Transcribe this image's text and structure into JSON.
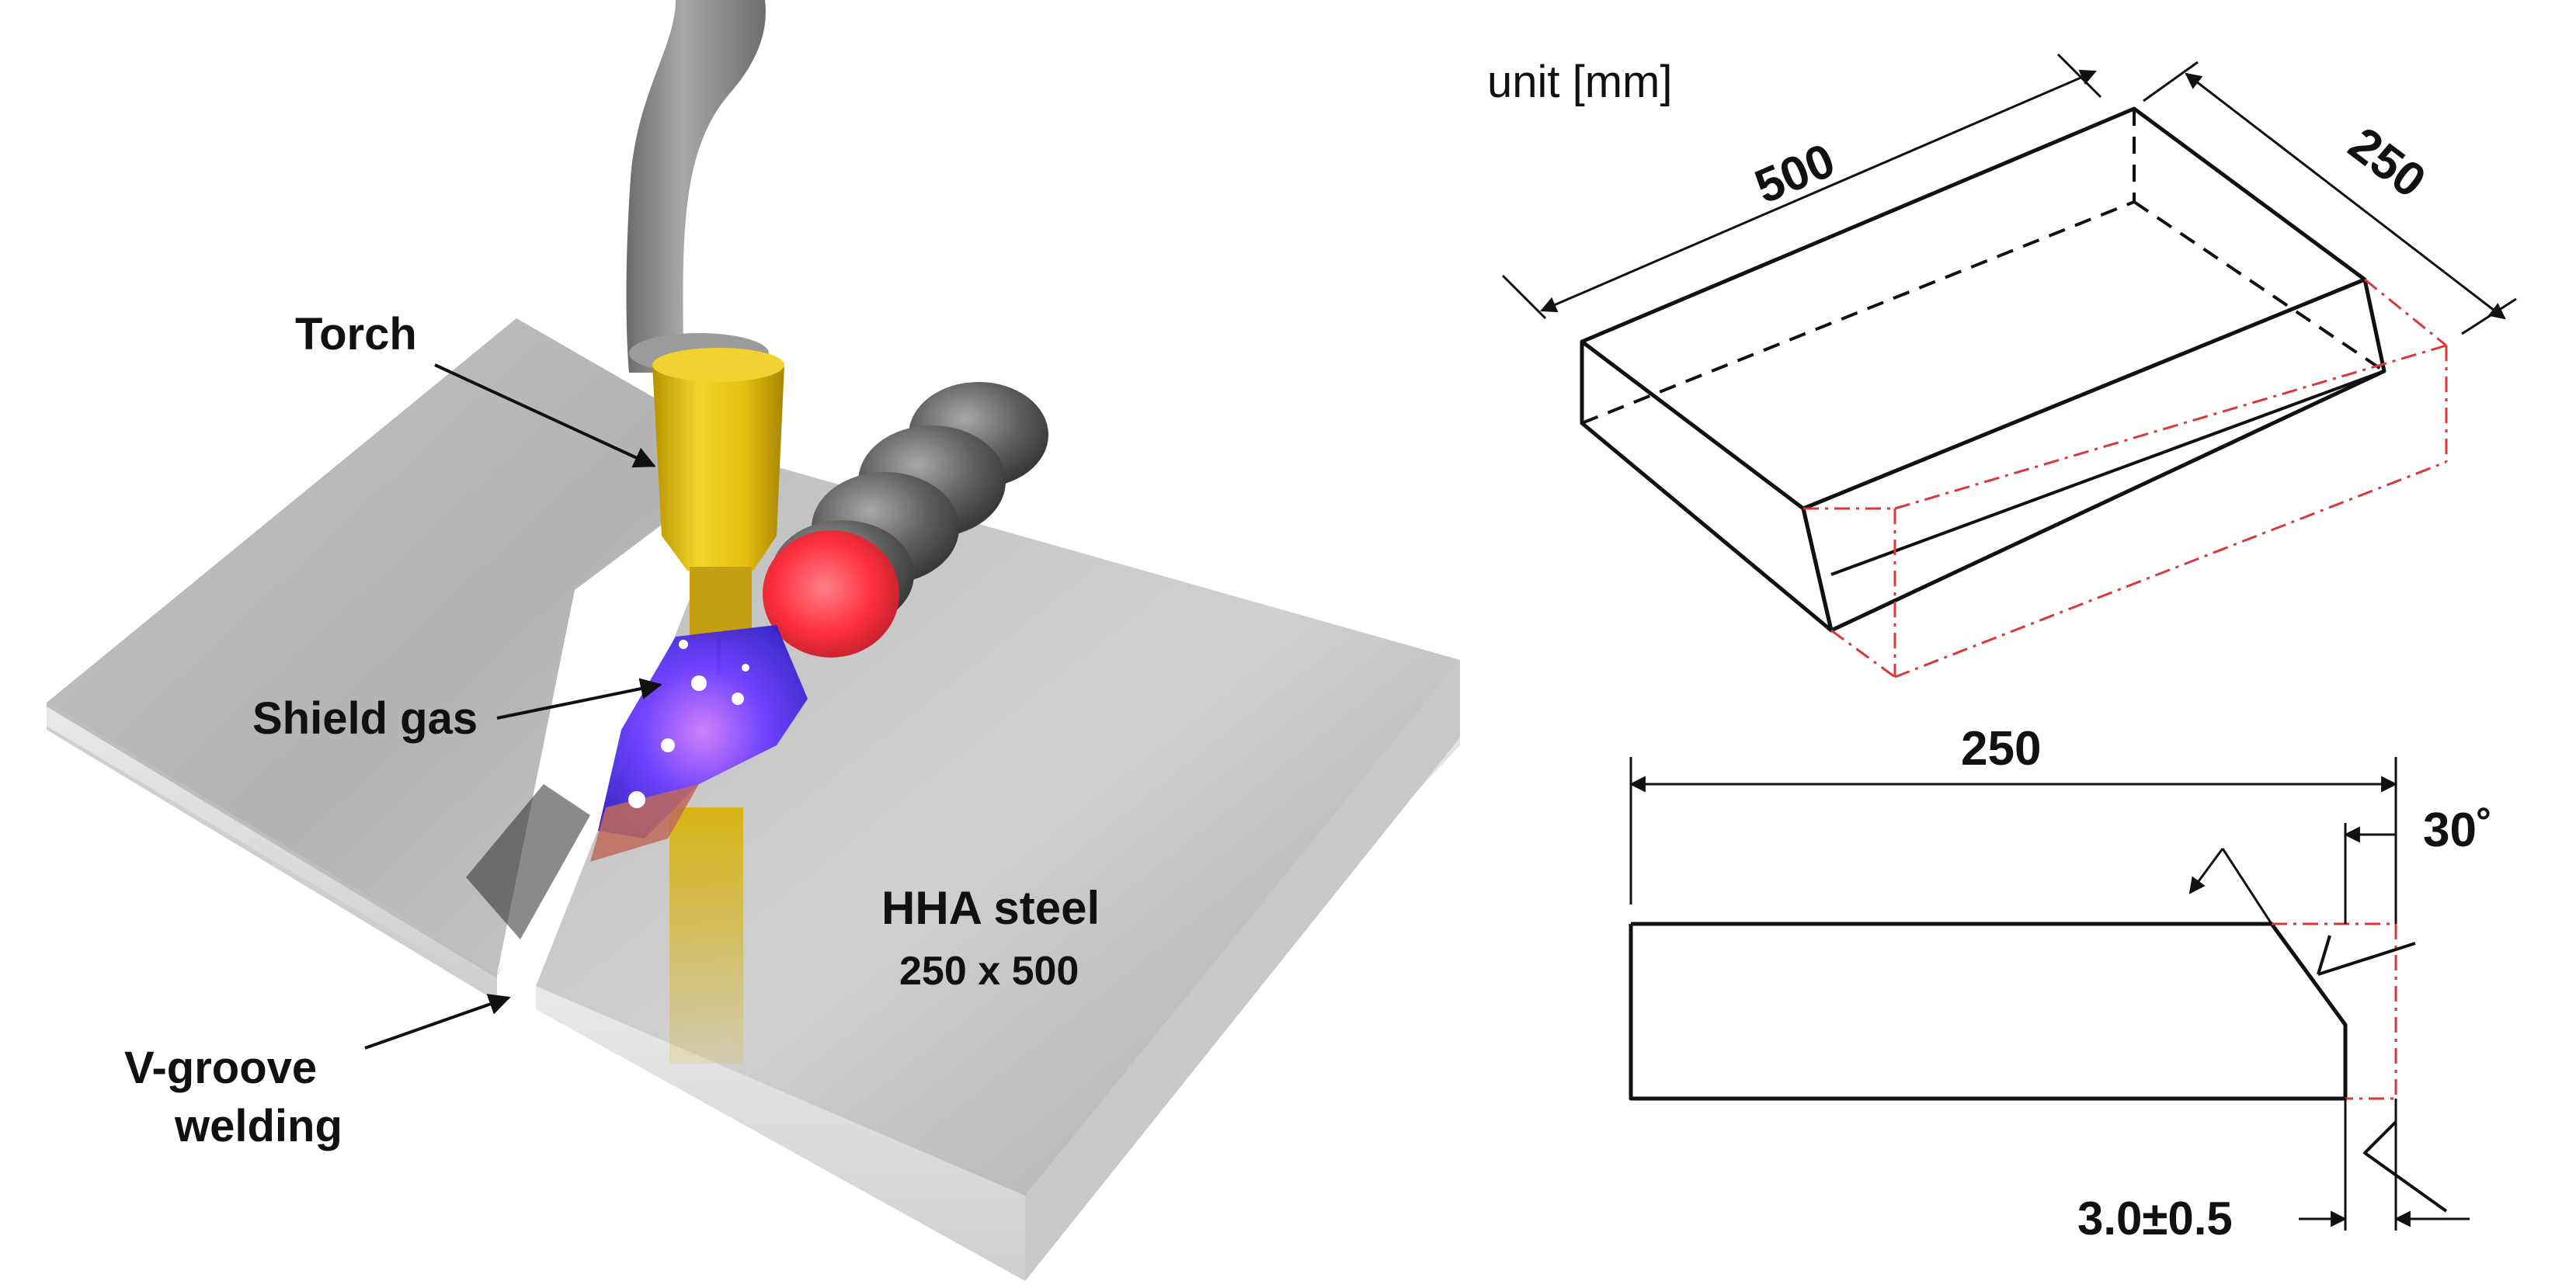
{
  "left_illustration": {
    "labels": {
      "torch": "Torch",
      "shield_gas": "Shield gas",
      "v_groove_line1": "V-groove",
      "v_groove_line2": "welding",
      "plate_name": "HHA steel",
      "plate_size": "250 x 500"
    },
    "colors": {
      "plate": "#d8d8d8",
      "torch_nozzle": "#e6c31a",
      "hose": "#8c8c8c",
      "arc_plasma": "#5a3cff",
      "weld_hot": "#ff3b4a",
      "weld_bead": "#6e6e6e"
    }
  },
  "right_drawing": {
    "unit_label": "unit [mm]",
    "iso_length": "500",
    "iso_width": "250",
    "section_width": "250",
    "bevel_angle": "30˚",
    "root_gap": "3.0±0.5",
    "colors": {
      "outline": "#111111",
      "hidden_line": "#111111",
      "bevel_reference": "#d9383a"
    }
  }
}
